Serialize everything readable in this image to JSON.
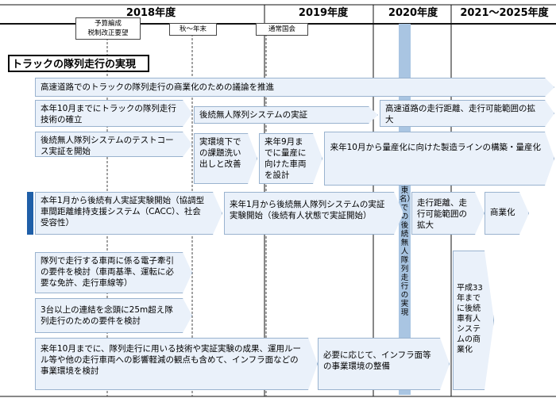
{
  "header": {
    "years": [
      "2018年度",
      "2019年度",
      "2020年度",
      "2021～2025年度"
    ],
    "notes": [
      "予算編成\n税制改正要望",
      "秋～年末",
      "通常国会"
    ]
  },
  "title": "トラックの隊列走行の実現",
  "vertical_label": "高速道路（新東名）での後続無人隊列走行の実現",
  "rows": [
    {
      "text": "高速道路でのトラックの隊列走行の商業化のための議論を推進"
    },
    {
      "text": "本年10月までにトラックの隊列走行技術の確立"
    },
    {
      "text": "後続無人隊列システムの実証"
    },
    {
      "text": "高速道路の走行距離、走行可能範囲の拡大"
    },
    {
      "text": "後続無人隊列システムのテストコース実証を開始"
    },
    {
      "text": "実環境下での課題洗い出しと改善"
    },
    {
      "text": "来年9月までに量産に向けた車両を設計"
    },
    {
      "text": "来年10月から量産化に向けた製造ラインの構築・量産化"
    },
    {
      "text": "本年1月から後続有人実証実験開始（協調型車間距離維持支援システム（CACC）、社会受容性）"
    },
    {
      "text": "来年1月から後続無人隊列システムの実証実験開始（後続有人状態で実証開始）"
    },
    {
      "text": "走行距離、走行可能範囲の拡大"
    },
    {
      "text": "商業化"
    },
    {
      "text": "隊列で走行する車両に係る電子牽引の要件を検討（車両基準、運転に必要な免許、走行車線等）"
    },
    {
      "text": "3台以上の連結を念頭に25m超え隊列走行のための要件を検討"
    },
    {
      "text": "来年10月までに、隊列走行に用いる技術や実証実験の成果、運用ルール等や他の走行車両への影響軽減の観点も含めて、インフラ面などの事業環境を検討"
    },
    {
      "text": "必要に応じて、インフラ面等の事業環境の整備"
    },
    {
      "text": "平成33年までに後続車有人システムの商業化"
    }
  ],
  "colors": {
    "arrow_fill": "#eaf1fa",
    "arrow_border": "#9ab3cf",
    "bar": "#a9c5e2",
    "accent": "#1f5fa8"
  }
}
